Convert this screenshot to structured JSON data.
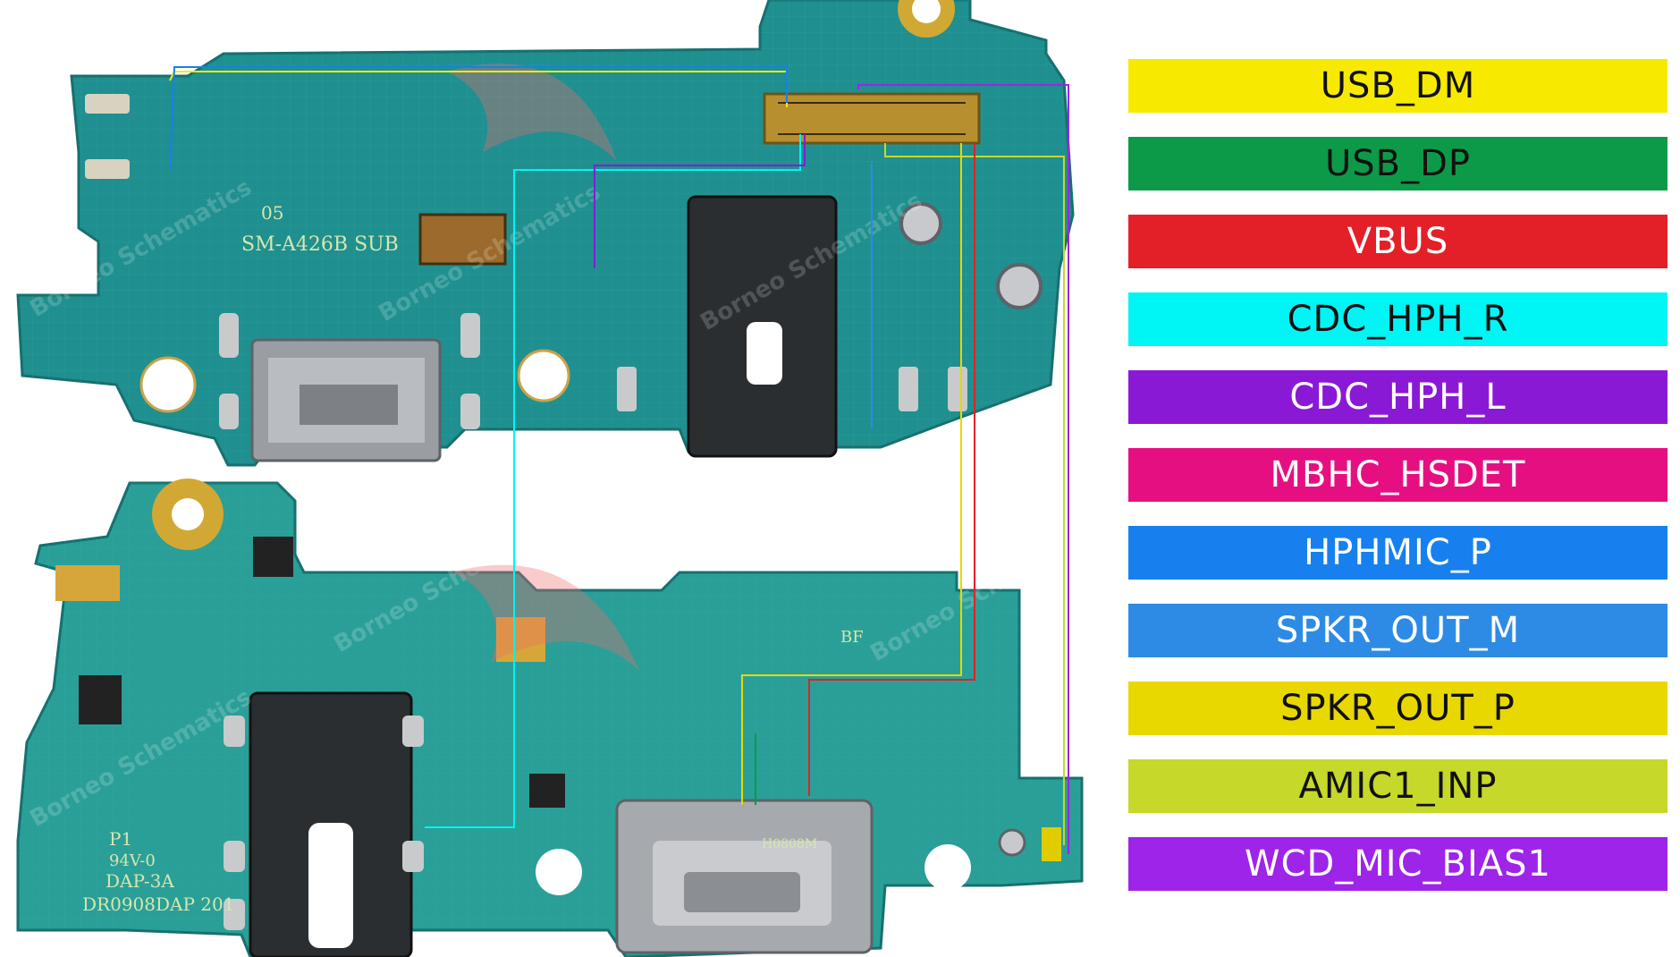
{
  "board": {
    "upper_silkscreen": [
      "05",
      "SM-A426B SUB"
    ],
    "lower_silkscreen": [
      "P1",
      "94V-0",
      "DAP-3A",
      "DR0908DAP 201",
      "BF",
      "H0808M"
    ],
    "watermark": "Borneo Schematics"
  },
  "legend": [
    {
      "label": "USB_DM",
      "bg": "#f7ea00",
      "fg": "#111111"
    },
    {
      "label": "USB_DP",
      "bg": "#0c9a49",
      "fg": "#111111"
    },
    {
      "label": "VBUS",
      "bg": "#e32028",
      "fg": "#ffffff"
    },
    {
      "label": "CDC_HPH_R",
      "bg": "#00f5f5",
      "fg": "#111111"
    },
    {
      "label": "CDC_HPH_L",
      "bg": "#8a19d6",
      "fg": "#ffffff"
    },
    {
      "label": "MBHC_HSDET",
      "bg": "#e60f82",
      "fg": "#ffffff"
    },
    {
      "label": "HPHMIC_P",
      "bg": "#1780ee",
      "fg": "#ffffff"
    },
    {
      "label": "SPKR_OUT_M",
      "bg": "#2d8be5",
      "fg": "#ffffff"
    },
    {
      "label": "SPKR_OUT_P",
      "bg": "#e8d800",
      "fg": "#111111"
    },
    {
      "label": "AMIC1_INP",
      "bg": "#c6d82a",
      "fg": "#111111"
    },
    {
      "label": "WCD_MIC_BIAS1",
      "bg": "#9d24e8",
      "fg": "#ffffff"
    }
  ]
}
